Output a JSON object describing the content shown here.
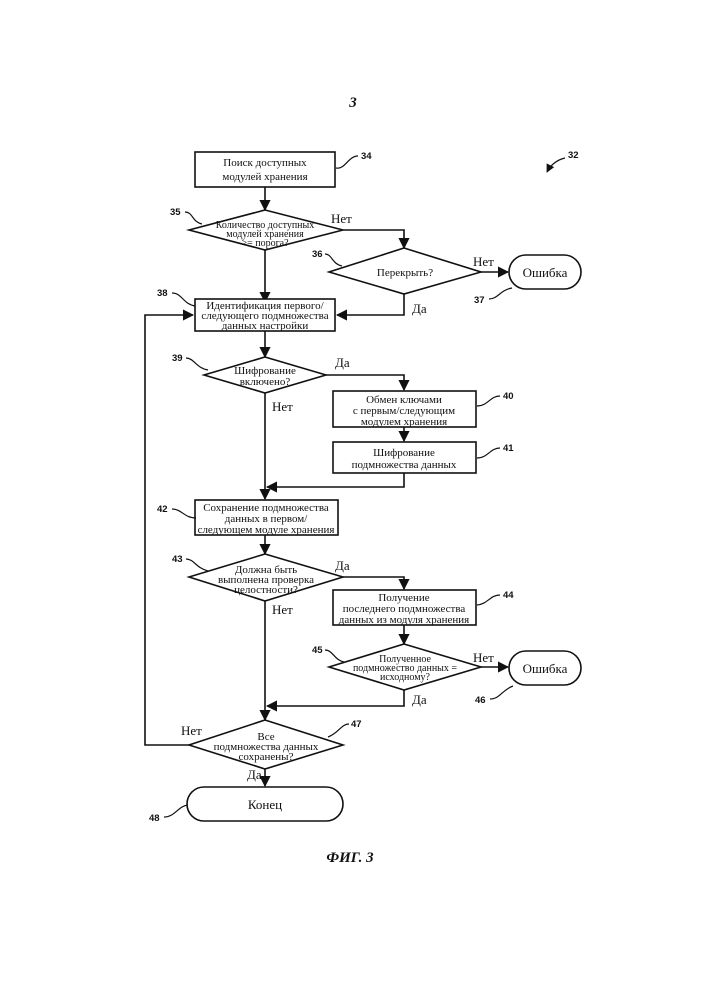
{
  "page_number": "3",
  "figure_caption": "ФИГ. 3",
  "figure_ref": "32",
  "nodes": {
    "n34": {
      "ref": "34",
      "lines": [
        "Поиск доступных",
        "модулей хранения"
      ]
    },
    "n35": {
      "ref": "35",
      "lines": [
        "Количество доступных",
        "модулей хранения",
        ">= порога?"
      ]
    },
    "n36": {
      "ref": "36",
      "lines": [
        "Перекрыть?"
      ]
    },
    "n37": {
      "ref": "37",
      "lines": [
        "Ошибка"
      ]
    },
    "n38": {
      "ref": "38",
      "lines": [
        "Идентификация первого/",
        "следующего подмножества",
        "данных настройки"
      ]
    },
    "n39": {
      "ref": "39",
      "lines": [
        "Шифрование",
        "включено?"
      ]
    },
    "n40": {
      "ref": "40",
      "lines": [
        "Обмен ключами",
        "с первым/следующим",
        "модулем хранения"
      ]
    },
    "n41": {
      "ref": "41",
      "lines": [
        "Шифрование",
        "подмножества данных"
      ]
    },
    "n42": {
      "ref": "42",
      "lines": [
        "Сохранение подмножества",
        "данных в первом/",
        "следующем модуле хранения"
      ]
    },
    "n43": {
      "ref": "43",
      "lines": [
        "Должна быть",
        "выполнена проверка",
        "целостности?"
      ]
    },
    "n44": {
      "ref": "44",
      "lines": [
        "Получение",
        "последнего подмножества",
        "данных из модуля хранения"
      ]
    },
    "n45": {
      "ref": "45",
      "lines": [
        "Полученное",
        "подмножество данных =",
        "исходному?"
      ]
    },
    "n46": {
      "ref": "46",
      "lines": [
        "Ошибка"
      ]
    },
    "n47": {
      "ref": "47",
      "lines": [
        "Все",
        "подмножества данных",
        "сохранены?"
      ]
    },
    "n48": {
      "ref": "48",
      "lines": [
        "Конец"
      ]
    }
  },
  "edge_labels": {
    "e35_no": "Нет",
    "e36_no": "Нет",
    "e36_yes": "Да",
    "e39_yes": "Да",
    "e39_no": "Нет",
    "e43_yes": "Да",
    "e43_no": "Нет",
    "e45_no": "Нет",
    "e45_yes": "Да",
    "e47_no": "Нет",
    "e47_yes": "Да"
  }
}
